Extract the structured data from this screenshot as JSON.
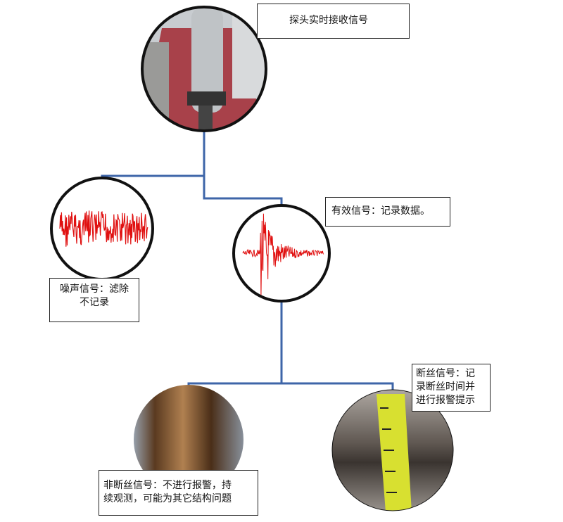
{
  "nodes": {
    "probe": {
      "label": "探头实时接收信号"
    },
    "noise": {
      "line1": "噪声信号：滤除",
      "line2": "不记录"
    },
    "valid": {
      "label": "有效信号：记录数据。"
    },
    "break": {
      "line1": "断丝信号：记",
      "line2": "录断丝时间并",
      "line3": "进行报警提示"
    },
    "nonbreak": {
      "line1": "非断丝信号：不进行报警，持",
      "line2": "续观测，可能为其它结构问题"
    }
  },
  "colors": {
    "connector": "#3e65a8",
    "signal": "#e01010"
  }
}
